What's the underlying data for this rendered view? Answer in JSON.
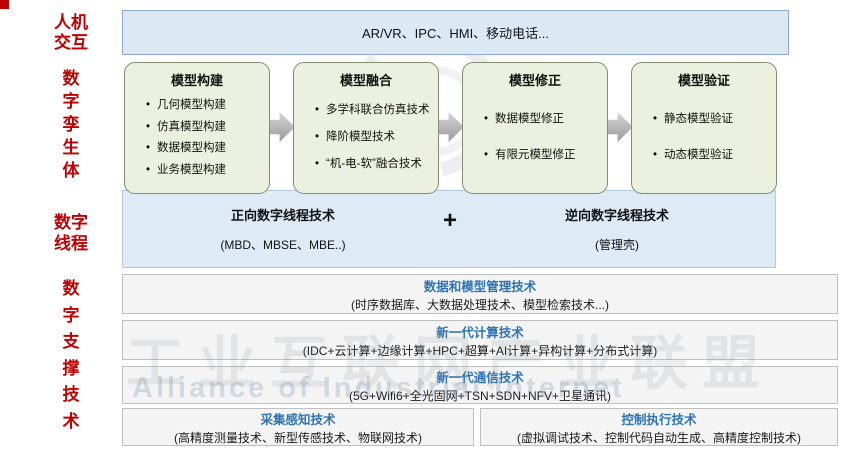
{
  "left_labels": {
    "hmi": "人机\n交互",
    "twin": "数\n字\n孪\n生\n体",
    "thread": "数字\n线程",
    "support": "数\n字\n支\n撑\n技\n术"
  },
  "top_banner": {
    "text": "AR/VR、IPC、HMI、移动电话..."
  },
  "model_boxes": [
    {
      "title": "模型构建",
      "items": [
        "几何模型构建",
        "仿真模型构建",
        "数据模型构建",
        "业务模型构建"
      ]
    },
    {
      "title": "模型融合",
      "items": [
        "多学科联合仿真技术",
        "降阶模型技术",
        "“机-电-软”融合技术"
      ]
    },
    {
      "title": "模型修正",
      "items": [
        "数据模型修正",
        "有限元模型修正"
      ]
    },
    {
      "title": "模型验证",
      "items": [
        "静态模型验证",
        "动态模型验证"
      ]
    }
  ],
  "thread_band": {
    "forward_title": "正向数字线程技术",
    "forward_sub": "(MBD、MBSE、MBE..)",
    "plus": "+",
    "reverse_title": "逆向数字线程技术",
    "reverse_sub": "(管理壳)"
  },
  "support_bands": [
    {
      "title": "数据和模型管理技术",
      "sub": "(时序数据库、大数据处理技术、模型检索技术...)"
    },
    {
      "title": "新一代计算技术",
      "sub": "(IDC+云计算+边缘计算+HPC+超算+AI计算+异构计算+分布式计算)"
    },
    {
      "title": "新一代通信技术",
      "sub": "(5G+Wifi6+全光固网+TSN+SDN+NFV+卫星通讯)"
    }
  ],
  "bottom_boxes": [
    {
      "title": "采集感知技术",
      "sub": "(高精度测量技术、新型传感技术、物联网技术)"
    },
    {
      "title": "控制执行技术",
      "sub": "(虚拟调试技术、控制代码自动生成、高精度控制技术)"
    }
  ],
  "watermark": {
    "cn": "工业互联网产业联盟",
    "en": "Alliance of Industrial Internet"
  },
  "colors": {
    "label_red": "#C00000",
    "banner_blue": "#DCE9F5",
    "twin_blue": "#DEEAF6",
    "box_green": "#EBF1DE",
    "band_gray": "#F4F4F4",
    "title_blue": "#2E74B5"
  }
}
